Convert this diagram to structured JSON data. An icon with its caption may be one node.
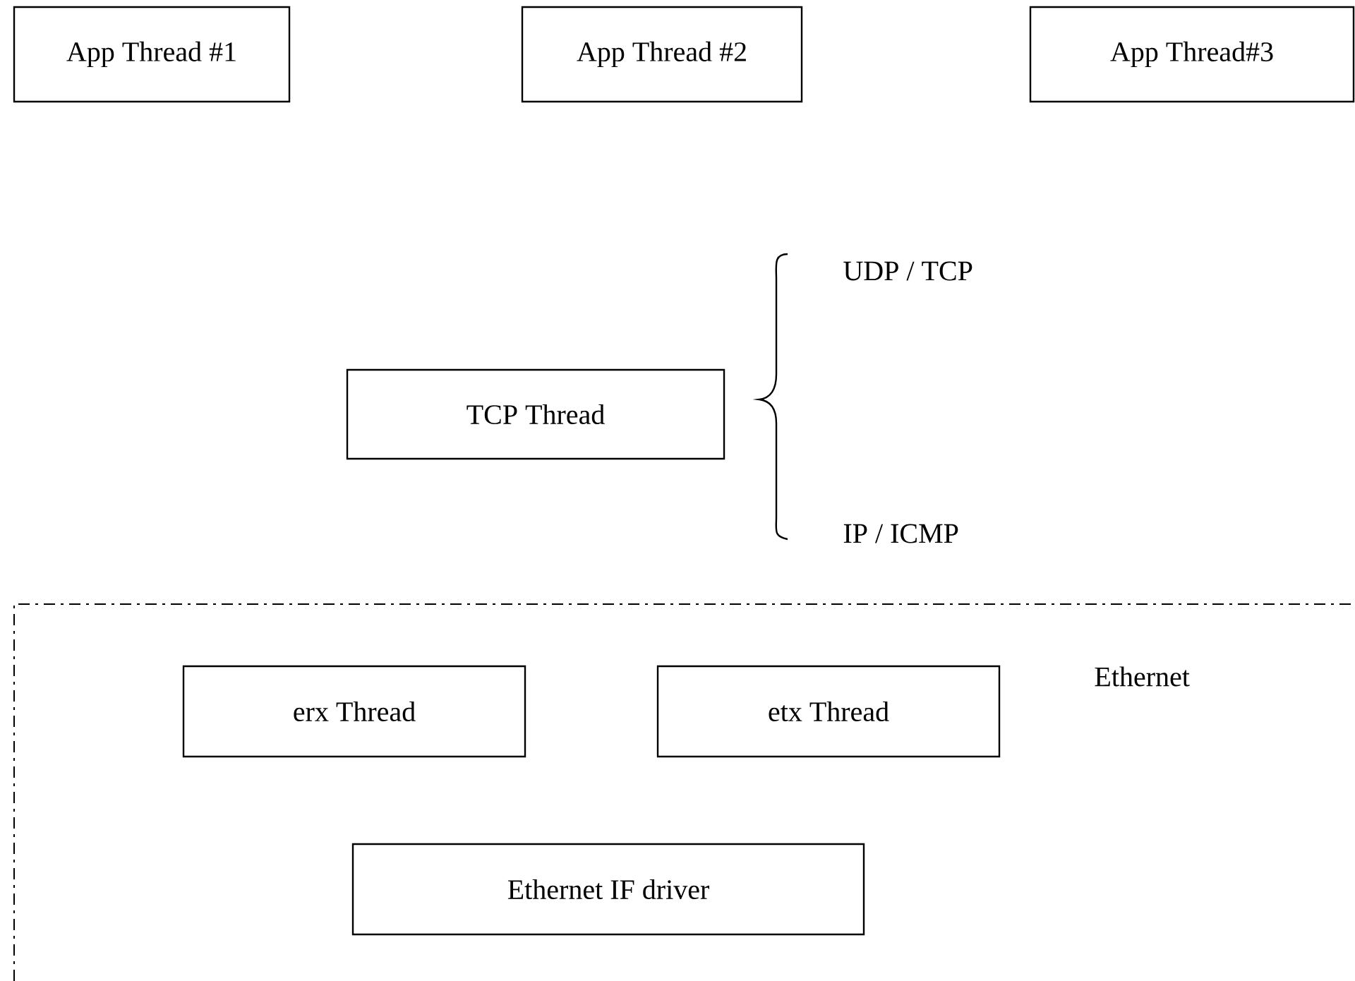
{
  "diagram": {
    "nodes": [
      {
        "text": [
          "App Thread #1"
        ]
      },
      {
        "text": [
          "App Thread #2"
        ]
      },
      {
        "text": [
          "App Thread#3"
        ]
      },
      {
        "text": [
          "TCP Thread"
        ]
      },
      {
        "text": [
          "Ethernet"
        ]
      },
      {
        "text": [
          "erx Thread"
        ],
        "in": 4
      },
      {
        "text": [
          "etx Thread"
        ],
        "in": 4
      },
      {
        "text": [
          "Ethernet IF driver"
        ],
        "in": 4
      }
    ],
    "labels": [
      "UDP / TCP",
      "IP / ICMP"
    ]
  }
}
